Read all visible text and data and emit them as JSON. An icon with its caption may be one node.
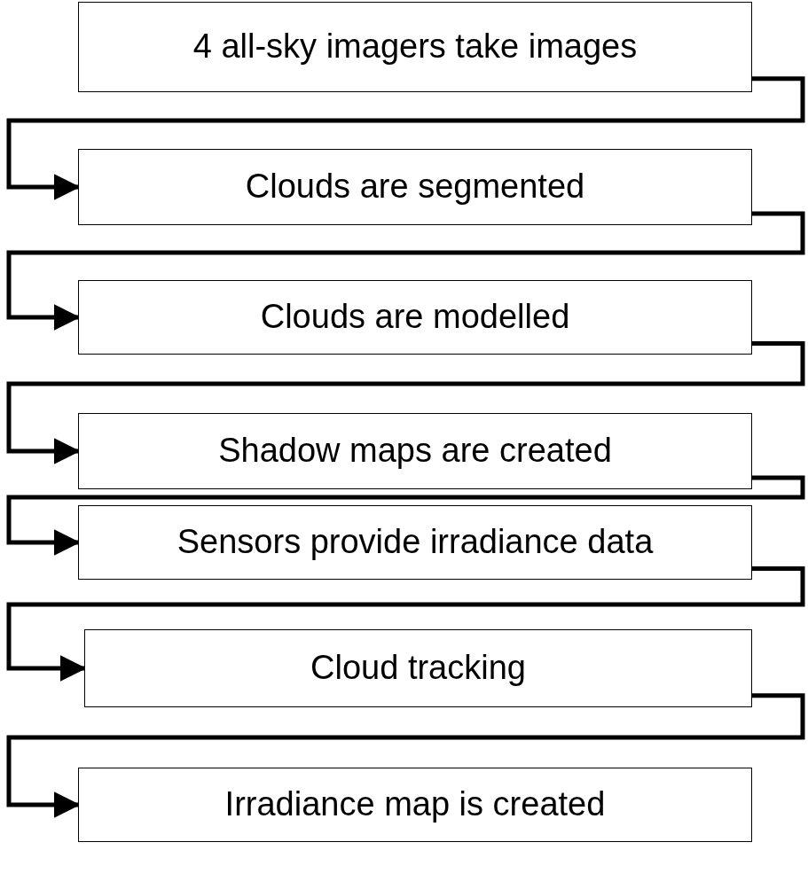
{
  "diagram": {
    "nodes": [
      {
        "text": [
          "4 all-sky imagers take images"
        ]
      },
      {
        "text": [
          "Clouds are segmented"
        ]
      },
      {
        "text": [
          "Clouds are modelled"
        ]
      },
      {
        "text": [
          "Shadow maps are created"
        ]
      },
      {
        "text": [
          "Sensors provide irradiance data"
        ]
      },
      {
        "text": [
          "Cloud tracking"
        ]
      },
      {
        "text": [
          "Irradiance map is created"
        ]
      }
    ],
    "edges": [
      {
        "from": 0,
        "to": 1,
        "arrow": "to"
      },
      {
        "from": 1,
        "to": 2,
        "arrow": "to"
      },
      {
        "from": 2,
        "to": 3,
        "arrow": "to"
      },
      {
        "from": 3,
        "to": 4,
        "arrow": "to"
      },
      {
        "from": 4,
        "to": 5,
        "arrow": "to"
      },
      {
        "from": 5,
        "to": 6,
        "arrow": "to"
      }
    ]
  }
}
